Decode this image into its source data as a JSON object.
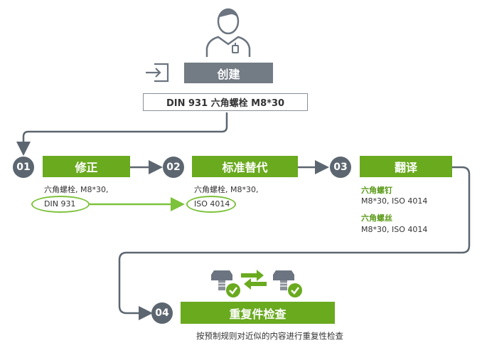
{
  "create": {
    "label": "创建",
    "input_value": "DIN 931 六角螺栓 M8*30"
  },
  "steps": [
    {
      "num": "01",
      "label": "修正",
      "line1": "六角螺栓, M8*30,",
      "line2": "DIN 931"
    },
    {
      "num": "02",
      "label": "标准替代",
      "line1": "六角螺栓, M8*30,",
      "line2": "ISO 4014"
    },
    {
      "num": "03",
      "label": "翻译",
      "item1_title": "六角螺钉",
      "item1_detail": "M8*30, ISO 4014",
      "item2_title": "六角螺丝",
      "item2_detail": "M8*30, ISO 4014"
    },
    {
      "num": "04",
      "label": "重复件检查",
      "description": "按预制规则对近似的内容进行重复性检查"
    }
  ],
  "colors": {
    "green": "#6aaa1f",
    "gray_bar": "#737b84",
    "circle": "#5c6670",
    "connector": "#5c6670",
    "highlight": "#7cc23a"
  },
  "icons": [
    "user-icon",
    "login-icon",
    "bolt-icon",
    "check-icon",
    "swap-arrows-icon"
  ]
}
